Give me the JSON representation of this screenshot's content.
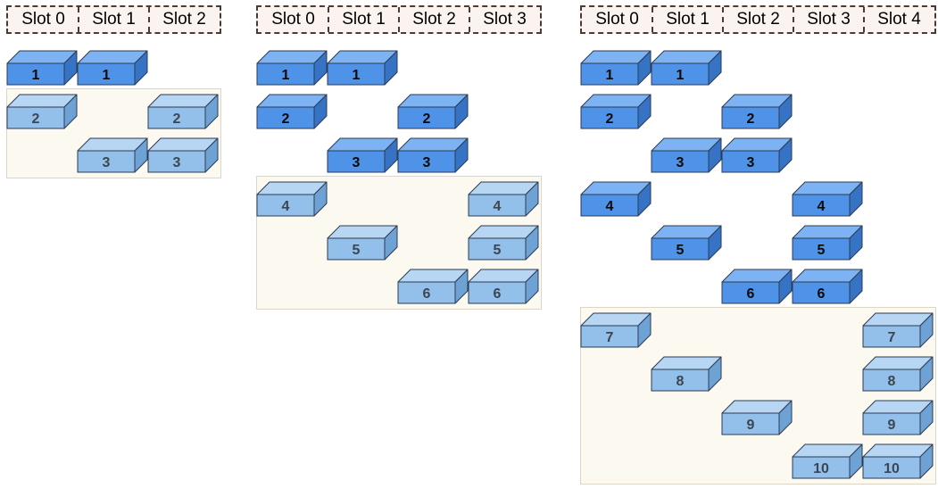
{
  "colors": {
    "primary_front": "#4e93e8",
    "primary_top": "#7db3f2",
    "primary_side": "#3773c4",
    "primary_text": "#0a0a0a",
    "secondary_front": "#92c0ea",
    "secondary_top": "#b7d6f3",
    "secondary_side": "#6fa2d4",
    "secondary_text": "#3d4650",
    "outline": "#2c3b52",
    "region_fill": "#fcf9f0"
  },
  "diagrams": [
    {
      "id": "three-slot",
      "slots": [
        "Slot 0",
        "Slot 1",
        "Slot 2"
      ],
      "blocks": [
        {
          "label": "1",
          "slot": 0,
          "row": 0,
          "kind": "primary"
        },
        {
          "label": "1",
          "slot": 1,
          "row": 0,
          "kind": "primary"
        },
        {
          "label": "2",
          "slot": 0,
          "row": 1,
          "kind": "secondary"
        },
        {
          "label": "2",
          "slot": 2,
          "row": 1,
          "kind": "secondary"
        },
        {
          "label": "3",
          "slot": 1,
          "row": 2,
          "kind": "secondary"
        },
        {
          "label": "3",
          "slot": 2,
          "row": 2,
          "kind": "secondary"
        }
      ]
    },
    {
      "id": "four-slot",
      "slots": [
        "Slot 0",
        "Slot 1",
        "Slot 2",
        "Slot 3"
      ],
      "blocks": [
        {
          "label": "1",
          "slot": 0,
          "row": 0,
          "kind": "primary"
        },
        {
          "label": "1",
          "slot": 1,
          "row": 0,
          "kind": "primary"
        },
        {
          "label": "2",
          "slot": 0,
          "row": 1,
          "kind": "primary"
        },
        {
          "label": "2",
          "slot": 2,
          "row": 1,
          "kind": "primary"
        },
        {
          "label": "3",
          "slot": 1,
          "row": 2,
          "kind": "primary"
        },
        {
          "label": "3",
          "slot": 2,
          "row": 2,
          "kind": "primary"
        },
        {
          "label": "4",
          "slot": 0,
          "row": 3,
          "kind": "secondary"
        },
        {
          "label": "4",
          "slot": 3,
          "row": 3,
          "kind": "secondary"
        },
        {
          "label": "5",
          "slot": 1,
          "row": 4,
          "kind": "secondary"
        },
        {
          "label": "5",
          "slot": 3,
          "row": 4,
          "kind": "secondary"
        },
        {
          "label": "6",
          "slot": 2,
          "row": 5,
          "kind": "secondary"
        },
        {
          "label": "6",
          "slot": 3,
          "row": 5,
          "kind": "secondary"
        }
      ]
    },
    {
      "id": "five-slot",
      "slots": [
        "Slot 0",
        "Slot 1",
        "Slot 2",
        "Slot 3",
        "Slot 4"
      ],
      "blocks": [
        {
          "label": "1",
          "slot": 0,
          "row": 0,
          "kind": "primary"
        },
        {
          "label": "1",
          "slot": 1,
          "row": 0,
          "kind": "primary"
        },
        {
          "label": "2",
          "slot": 0,
          "row": 1,
          "kind": "primary"
        },
        {
          "label": "2",
          "slot": 2,
          "row": 1,
          "kind": "primary"
        },
        {
          "label": "3",
          "slot": 1,
          "row": 2,
          "kind": "primary"
        },
        {
          "label": "3",
          "slot": 2,
          "row": 2,
          "kind": "primary"
        },
        {
          "label": "4",
          "slot": 0,
          "row": 3,
          "kind": "primary"
        },
        {
          "label": "4",
          "slot": 3,
          "row": 3,
          "kind": "primary"
        },
        {
          "label": "5",
          "slot": 1,
          "row": 4,
          "kind": "primary"
        },
        {
          "label": "5",
          "slot": 3,
          "row": 4,
          "kind": "primary"
        },
        {
          "label": "6",
          "slot": 2,
          "row": 5,
          "kind": "primary"
        },
        {
          "label": "6",
          "slot": 3,
          "row": 5,
          "kind": "primary"
        },
        {
          "label": "7",
          "slot": 0,
          "row": 6,
          "kind": "secondary"
        },
        {
          "label": "7",
          "slot": 4,
          "row": 6,
          "kind": "secondary"
        },
        {
          "label": "8",
          "slot": 1,
          "row": 7,
          "kind": "secondary"
        },
        {
          "label": "8",
          "slot": 4,
          "row": 7,
          "kind": "secondary"
        },
        {
          "label": "9",
          "slot": 2,
          "row": 8,
          "kind": "secondary"
        },
        {
          "label": "9",
          "slot": 4,
          "row": 8,
          "kind": "secondary"
        },
        {
          "label": "10",
          "slot": 3,
          "row": 9,
          "kind": "secondary"
        },
        {
          "label": "10",
          "slot": 4,
          "row": 9,
          "kind": "secondary"
        }
      ]
    }
  ]
}
